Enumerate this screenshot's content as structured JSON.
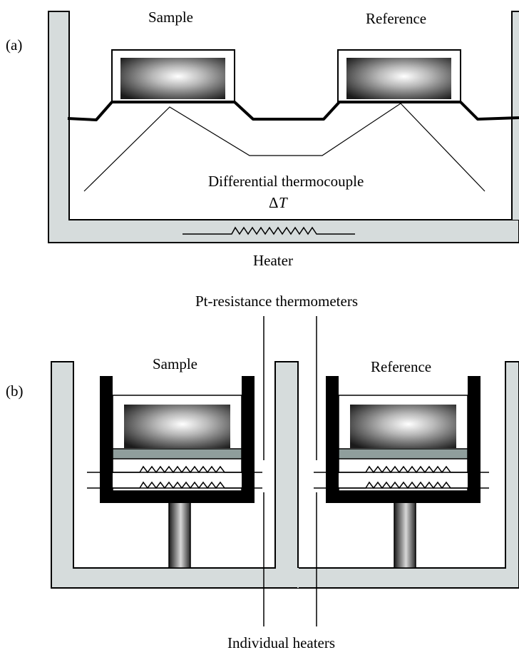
{
  "panel_a": {
    "panel_label": "(a)",
    "sample_label": "Sample",
    "reference_label": "Reference",
    "thermocouple_label": "Differential thermocouple",
    "delta_symbol": "Δ",
    "delta_var": "T",
    "heater_label": "Heater"
  },
  "panel_b": {
    "panel_label": "(b)",
    "thermometers_label": "Pt-resistance thermometers",
    "sample_label": "Sample",
    "reference_label": "Reference",
    "heaters_label": "Individual heaters"
  },
  "colors": {
    "enclosure_fill": "#d6dcdc",
    "plate_fill": "#8f9e9c",
    "outline": "#000000"
  }
}
